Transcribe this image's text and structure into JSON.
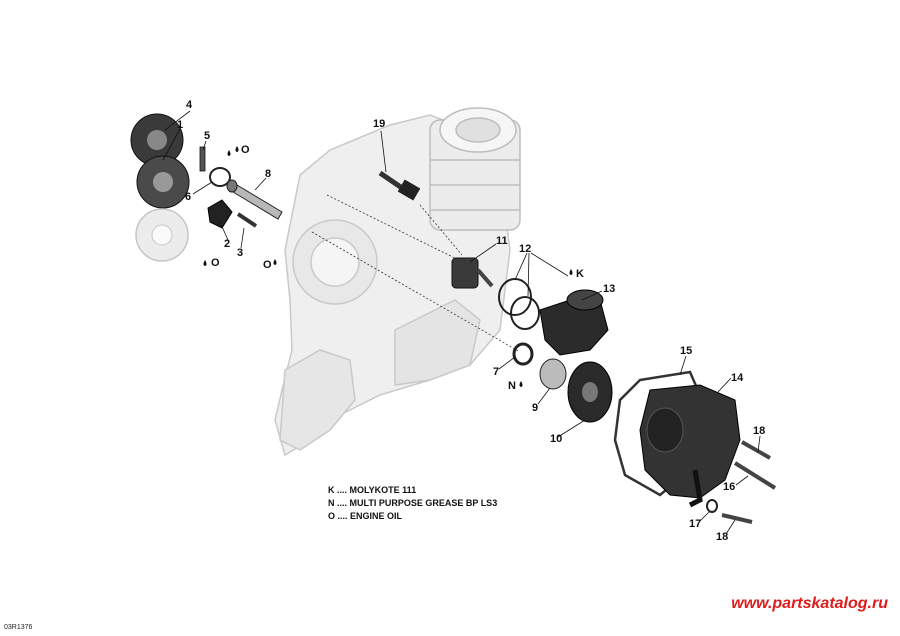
{
  "callouts": [
    {
      "id": "c4",
      "label": "4"
    },
    {
      "id": "c1",
      "label": "1"
    },
    {
      "id": "c5",
      "label": "5"
    },
    {
      "id": "c6",
      "label": "6"
    },
    {
      "id": "c8",
      "label": "8"
    },
    {
      "id": "c2",
      "label": "2"
    },
    {
      "id": "c3",
      "label": "3"
    },
    {
      "id": "c19",
      "label": "19"
    },
    {
      "id": "c11",
      "label": "11"
    },
    {
      "id": "c12",
      "label": "12"
    },
    {
      "id": "c13",
      "label": "13"
    },
    {
      "id": "c7",
      "label": "7"
    },
    {
      "id": "c9",
      "label": "9"
    },
    {
      "id": "c10",
      "label": "10"
    },
    {
      "id": "c15",
      "label": "15"
    },
    {
      "id": "c14",
      "label": "14"
    },
    {
      "id": "c18a",
      "label": "18"
    },
    {
      "id": "c16",
      "label": "16"
    },
    {
      "id": "c17",
      "label": "17"
    },
    {
      "id": "c18b",
      "label": "18"
    }
  ],
  "lube_marks": {
    "o_top": "O",
    "o_left_bottom": "O",
    "o_center": "O",
    "k_right": "K",
    "n_left": "N"
  },
  "legend": [
    {
      "code": "K",
      "text": "K .... MOLYKOTE 111"
    },
    {
      "code": "N",
      "text": "N .... MULTI PURPOSE GREASE BP LS3"
    },
    {
      "code": "O",
      "text": "O .... ENGINE OIL"
    }
  ],
  "watermark": "www.partskatalog.ru",
  "ref_code": "03R1376"
}
